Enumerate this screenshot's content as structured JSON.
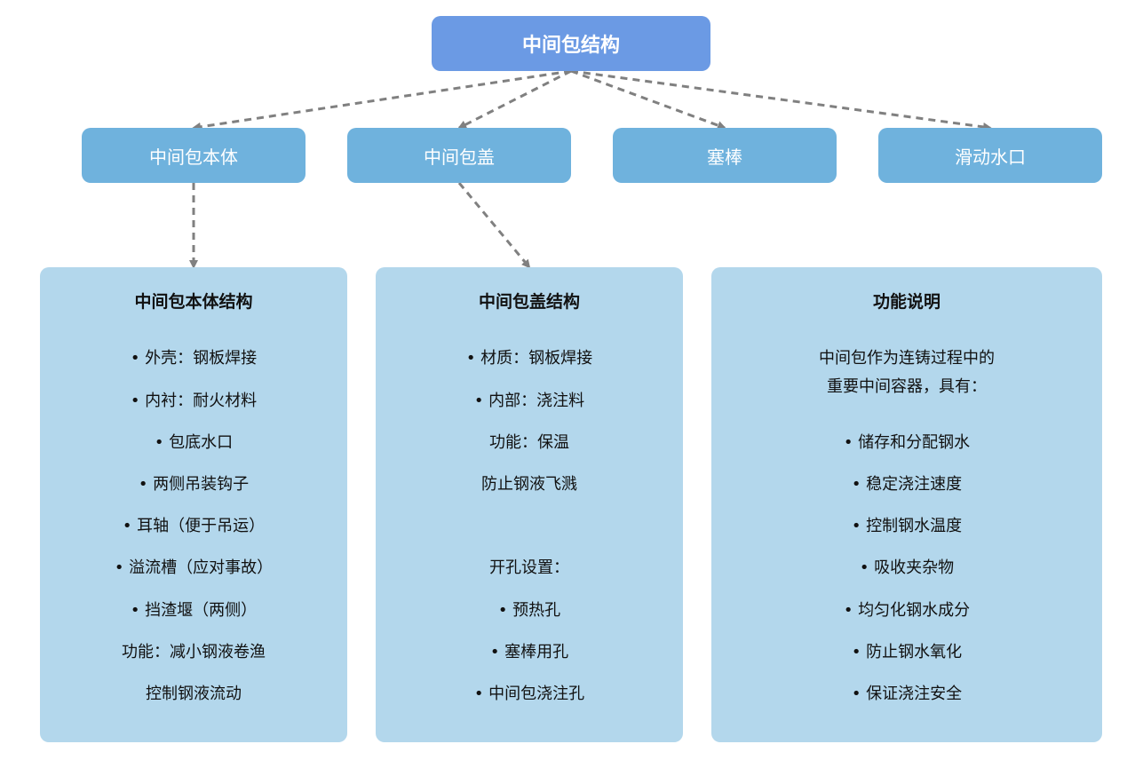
{
  "root": {
    "label": "中间包结构"
  },
  "children": [
    {
      "label": "中间包本体"
    },
    {
      "label": "中间包盖"
    },
    {
      "label": "塞棒"
    },
    {
      "label": "滑动水口"
    }
  ],
  "panels": [
    {
      "title": "中间包本体结构",
      "lines": [
        "• 外壳：钢板焊接",
        "• 内衬：耐火材料",
        "• 包底水口",
        "• 两侧吊装钩子",
        "• 耳轴（便于吊运）",
        "• 溢流槽（应对事故）",
        "• 挡渣堰（两侧）",
        "功能：减小钢液卷渔",
        "控制钢液流动"
      ]
    },
    {
      "title": "中间包盖结构",
      "lines": [
        "• 材质：钢板焊接",
        "• 内部：浇注料",
        "功能：保温",
        "防止钢液飞溅",
        "开孔设置：",
        "• 预热孔",
        "• 塞棒用孔",
        "• 中间包浇注孔"
      ]
    },
    {
      "title": "功能说明",
      "lines": [
        "中间包作为连铸过程中的",
        "重要中间容器，具有：",
        "• 储存和分配钢水",
        "• 稳定浇注速度",
        "• 控制钢水温度",
        "• 吸收夹杂物",
        "• 均匀化钢水成分",
        "• 防止钢水氧化",
        "• 保证浇注安全"
      ]
    }
  ],
  "colors": {
    "root_fill": "#6b9ae4",
    "child_fill": "#6fb2dd",
    "panel_fill": "#b3d7ec",
    "connector": "#808080"
  }
}
